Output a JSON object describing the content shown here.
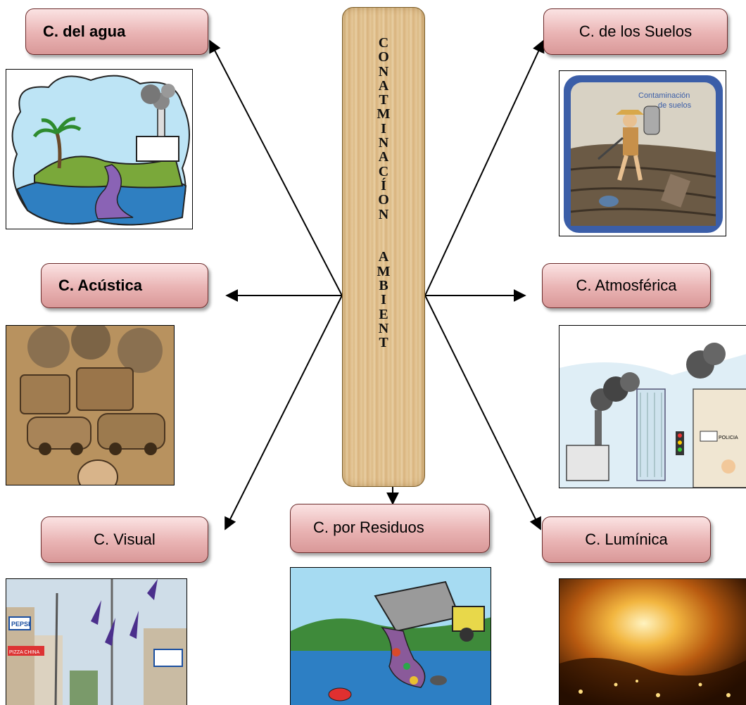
{
  "center": {
    "letters": [
      "C",
      "O",
      "N",
      "A",
      "T",
      "M",
      "I",
      "N",
      "A",
      "C",
      "Í",
      "O",
      "N",
      "",
      "",
      "A",
      "M",
      "B",
      "I",
      "E",
      "N",
      "T"
    ]
  },
  "boxes": {
    "agua": "C. del agua",
    "suelos": "C. de los Suelos",
    "acustica": "C. Acústica",
    "atmosferica": "C. Atmosférica",
    "visual": "C. Visual",
    "residuos": "C. por Residuos",
    "luminica": "C. Lumínica"
  },
  "images": {
    "suelos_caption_line1": "Contaminación",
    "suelos_caption_line2": "de suelos",
    "pepsi_sign": "PEPSI",
    "pizza_sign": "PIZZA CHINA",
    "police_sign": "POLICIA"
  },
  "colors": {
    "box_fill": "#e9b3b3",
    "box_border": "#6b2a2a",
    "center_fill": "#dcbb86"
  }
}
